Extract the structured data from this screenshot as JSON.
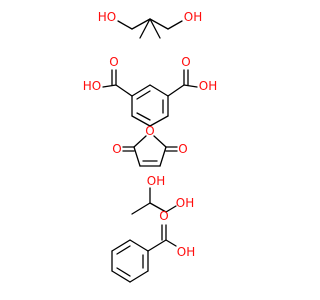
{
  "figure": {
    "background": "#ffffff",
    "bond_color": "#000000",
    "oxygen_color": "#ff0d0d"
  },
  "molecules": [
    {
      "name": "neopentyl-glycol",
      "labels": {
        "left": "HO",
        "right": "OH"
      }
    },
    {
      "name": "isophthalic-acid",
      "labels": {
        "o_left": "O",
        "o_right": "O",
        "oh_left": "HO",
        "oh_right": "OH"
      }
    },
    {
      "name": "maleic-anhydride",
      "labels": {
        "ring_o": "O",
        "o_left": "O",
        "o_right": "O"
      }
    },
    {
      "name": "propylene-glycol",
      "labels": {
        "oh_upper": "OH",
        "oh_right": "OH"
      }
    },
    {
      "name": "benzoic-acid",
      "labels": {
        "o_top": "O",
        "oh": "OH"
      }
    }
  ]
}
